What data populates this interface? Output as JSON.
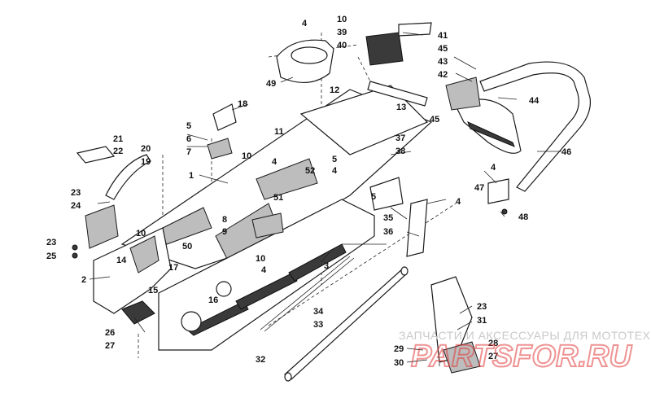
{
  "callouts": [
    {
      "id": "c1",
      "label": "1"
    },
    {
      "id": "c2",
      "label": "2"
    },
    {
      "id": "c3",
      "label": "3"
    },
    {
      "id": "c4a",
      "label": "4"
    },
    {
      "id": "c4b",
      "label": "4"
    },
    {
      "id": "c4c",
      "label": "4"
    },
    {
      "id": "c4d",
      "label": "4"
    },
    {
      "id": "c4e",
      "label": "4"
    },
    {
      "id": "c4f",
      "label": "4"
    },
    {
      "id": "c5a",
      "label": "5"
    },
    {
      "id": "c5b",
      "label": "5"
    },
    {
      "id": "c5c",
      "label": "5"
    },
    {
      "id": "c6",
      "label": "6"
    },
    {
      "id": "c7",
      "label": "7"
    },
    {
      "id": "c8",
      "label": "8"
    },
    {
      "id": "c9",
      "label": "9"
    },
    {
      "id": "c10a",
      "label": "10"
    },
    {
      "id": "c10b",
      "label": "10"
    },
    {
      "id": "c10c",
      "label": "10"
    },
    {
      "id": "c10d",
      "label": "10"
    },
    {
      "id": "c11",
      "label": "11"
    },
    {
      "id": "c12",
      "label": "12"
    },
    {
      "id": "c13",
      "label": "13"
    },
    {
      "id": "c14",
      "label": "14"
    },
    {
      "id": "c15",
      "label": "15"
    },
    {
      "id": "c16",
      "label": "16"
    },
    {
      "id": "c17",
      "label": "17"
    },
    {
      "id": "c18",
      "label": "18"
    },
    {
      "id": "c19",
      "label": "19"
    },
    {
      "id": "c20",
      "label": "20"
    },
    {
      "id": "c21",
      "label": "21"
    },
    {
      "id": "c22",
      "label": "22"
    },
    {
      "id": "c23a",
      "label": "23"
    },
    {
      "id": "c23b",
      "label": "23"
    },
    {
      "id": "c23c",
      "label": "23"
    },
    {
      "id": "c24",
      "label": "24"
    },
    {
      "id": "c25",
      "label": "25"
    },
    {
      "id": "c26",
      "label": "26"
    },
    {
      "id": "c27a",
      "label": "27"
    },
    {
      "id": "c27b",
      "label": "27"
    },
    {
      "id": "c28",
      "label": "28"
    },
    {
      "id": "c29",
      "label": "29"
    },
    {
      "id": "c30",
      "label": "30"
    },
    {
      "id": "c31",
      "label": "31"
    },
    {
      "id": "c32",
      "label": "32"
    },
    {
      "id": "c33",
      "label": "33"
    },
    {
      "id": "c34",
      "label": "34"
    },
    {
      "id": "c35",
      "label": "35"
    },
    {
      "id": "c36",
      "label": "36"
    },
    {
      "id": "c37",
      "label": "37"
    },
    {
      "id": "c38",
      "label": "38"
    },
    {
      "id": "c39",
      "label": "39"
    },
    {
      "id": "c40",
      "label": "40"
    },
    {
      "id": "c41",
      "label": "41"
    },
    {
      "id": "c42",
      "label": "42"
    },
    {
      "id": "c43",
      "label": "43"
    },
    {
      "id": "c44",
      "label": "44"
    },
    {
      "id": "c45a",
      "label": "45"
    },
    {
      "id": "c45b",
      "label": "45"
    },
    {
      "id": "c46",
      "label": "46"
    },
    {
      "id": "c47",
      "label": "47"
    },
    {
      "id": "c48",
      "label": "48"
    },
    {
      "id": "c49",
      "label": "49"
    },
    {
      "id": "c50",
      "label": "50"
    },
    {
      "id": "c51",
      "label": "51"
    },
    {
      "id": "c52",
      "label": "52"
    }
  ],
  "watermark": {
    "top_text": "ЗАПЧАСТИ И АКСЕССУАРЫ ДЛЯ МОТОТЕХНИКИ",
    "logo_text": "PARTSFOR.RU"
  }
}
